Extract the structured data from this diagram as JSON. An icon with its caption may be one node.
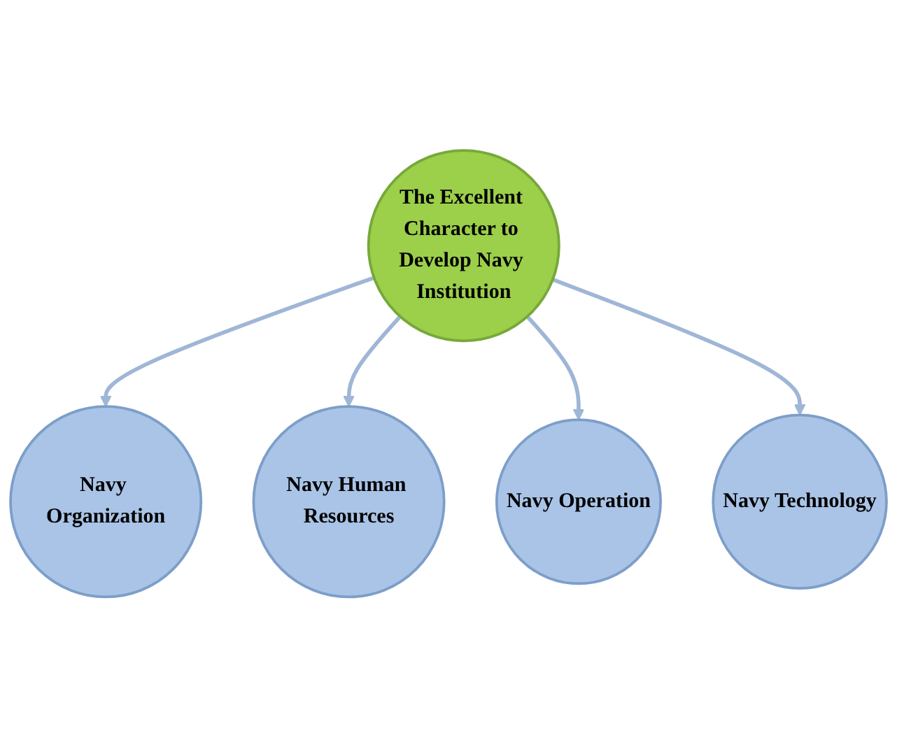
{
  "diagram": {
    "nodes": [
      {
        "text": [
          "Navy Organization"
        ]
      },
      {
        "text": [
          "Navy Human Resources"
        ]
      },
      {
        "text": [
          "The Excellent Character to Develop Navy Institution"
        ]
      },
      {
        "text": [
          "Navy Operation"
        ]
      },
      {
        "text": [
          "Navy Technology"
        ]
      }
    ],
    "edges": [
      {
        "from": 2,
        "to": 0,
        "arrow": "to"
      },
      {
        "from": 2,
        "to": 1,
        "arrow": "to"
      },
      {
        "from": 2,
        "to": 3,
        "arrow": "to"
      },
      {
        "from": 2,
        "to": 4,
        "arrow": "to"
      }
    ]
  }
}
